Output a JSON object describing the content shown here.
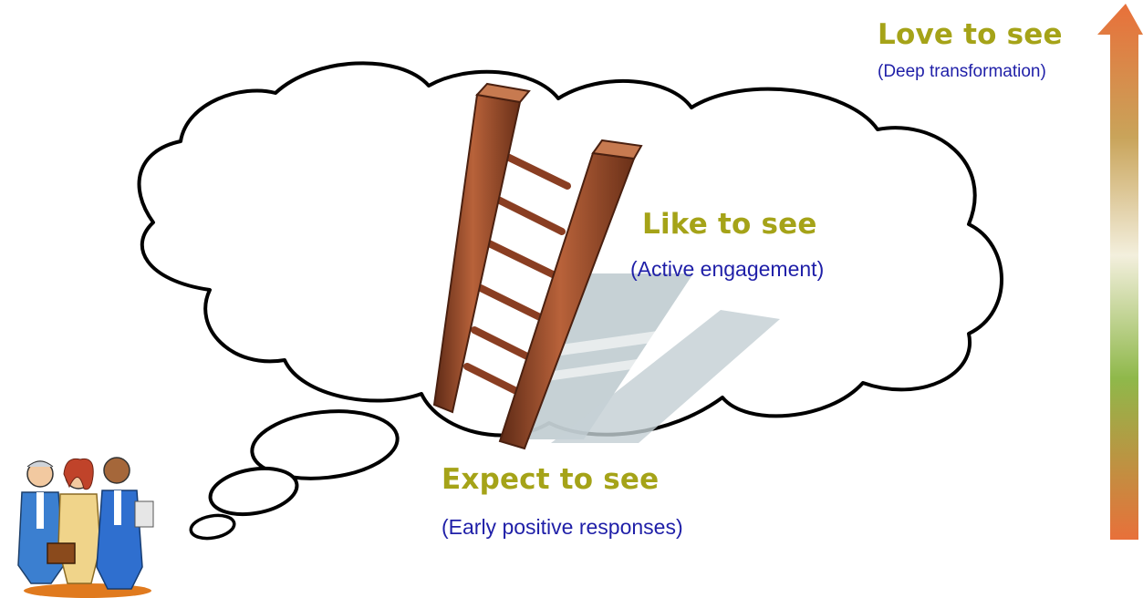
{
  "colors": {
    "heading": "#a5a318",
    "subtext": "#1f1fa8",
    "arrow_top": "#e8703a",
    "arrow_middle": "#f3efdd",
    "arrow_lower": "#8fb84a",
    "arrow_bottom": "#e8703a",
    "cloud_outline": "#000000",
    "ladder": "#9a4a2c",
    "shadow": "#c3cfd3"
  },
  "levels": [
    {
      "heading": "Love to see",
      "subtext": "(Deep transformation)"
    },
    {
      "heading": "Like to see",
      "subtext": "(Active engagement)"
    },
    {
      "heading": "Expect to see",
      "subtext": "(Early positive responses)"
    }
  ]
}
